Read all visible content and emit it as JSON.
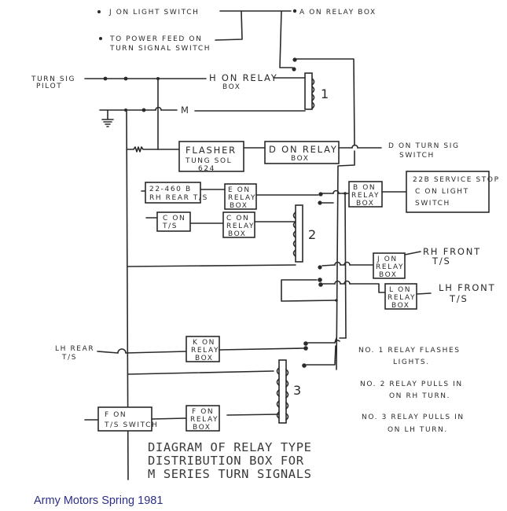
{
  "diagram": {
    "title_lines": [
      "DIAGRAM OF RELAY TYPE",
      "DISTRIBUTION BOX FOR",
      "M SERIES TURN SIGNALS"
    ],
    "terminals": {
      "j_light_switch": "J ON LIGHT SWITCH",
      "power_feed_1": "TO POWER FEED ON",
      "power_feed_2": "TURN SIGNAL SWITCH",
      "a_relay_box": "A ON RELAY BOX",
      "turn_sig_pilot_1": "TURN SIG",
      "turn_sig_pilot_2": "PILOT",
      "h_relay_1": "H ON RELAY",
      "h_relay_2": "BOX",
      "m": "M",
      "d_turn_sig_switch_1": "D ON TURN SIG",
      "d_turn_sig_switch_2": "SWITCH",
      "rh_front_1": "RH FRONT",
      "rh_front_2": "T/S",
      "lh_front_1": "LH FRONT",
      "lh_front_2": "T/S",
      "lh_rear_1": "LH REAR",
      "lh_rear_2": "T/S"
    },
    "boxes": {
      "flasher": [
        "FLASHER",
        "TUNG SOL",
        "624"
      ],
      "d_relay": [
        "D ON RELAY",
        "BOX"
      ],
      "rh_rear": [
        "22-460 B",
        "RH REAR T/S"
      ],
      "e_relay": [
        "E ON",
        "RELAY",
        "BOX"
      ],
      "b_relay": [
        "B ON",
        "RELAY",
        "BOX"
      ],
      "service_stop": [
        "22B SERVICE STOP",
        "C ON LIGHT",
        "SWITCH"
      ],
      "c_ts": [
        "C ON",
        "T/S"
      ],
      "c_relay": [
        "C ON",
        "RELAY",
        "BOX"
      ],
      "j_relay": [
        "J ON",
        "RELAY",
        "BOX"
      ],
      "l_relay": [
        "L ON",
        "RELAY",
        "BOX"
      ],
      "k_relay": [
        "K ON",
        "RELAY",
        "BOX"
      ],
      "f_switch": [
        "F ON",
        "T/S SWITCH"
      ],
      "f_relay": [
        "F ON",
        "RELAY",
        "BOX"
      ]
    },
    "relays": {
      "relay1": "1",
      "relay2": "2",
      "relay3": "3"
    },
    "notes": [
      [
        "NO. 1  RELAY  FLASHES",
        "LIGHTS."
      ],
      [
        "NO. 2  RELAY  PULLS  IN",
        "ON  RH  TURN."
      ],
      [
        "NO. 3  RELAY  PULLS  IN",
        "ON  LH  TURN."
      ]
    ]
  },
  "caption": "Army Motors Spring 1981"
}
